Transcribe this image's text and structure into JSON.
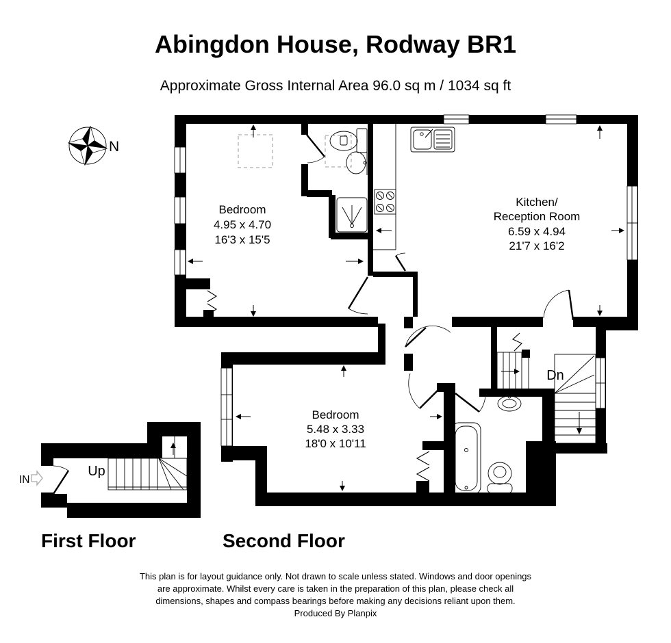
{
  "header": {
    "title": "Abingdon House, Rodway BR1",
    "subtitle": "Approximate Gross Internal Area 96.0 sq m / 1034 sq ft"
  },
  "compass": {
    "north_label": "N"
  },
  "floors": {
    "first": "First Floor",
    "second": "Second Floor"
  },
  "rooms": {
    "bedroom_top": {
      "name": "Bedroom",
      "size_metric": "4.95 x 4.70",
      "size_imperial": "16'3 x 15'5"
    },
    "kitchen_reception": {
      "name_line1": "Kitchen/",
      "name_line2": "Reception Room",
      "size_metric": "6.59 x 4.94",
      "size_imperial": "21'7 x 16'2"
    },
    "bedroom_bottom": {
      "name": "Bedroom",
      "size_metric": "5.48 x 3.33",
      "size_imperial": "18'0 x 10'11"
    }
  },
  "stairs": {
    "down_label": "Dn",
    "up_label": "Up"
  },
  "entry": {
    "label": "IN"
  },
  "footer": {
    "line1": "This plan is for layout guidance only. Not drawn to scale unless stated. Windows and door openings",
    "line2": "are approximate. Whilst every care is taken in the preparation of this plan, please check all",
    "line3": "dimensions, shapes and compass bearings before making any decisions reliant upon them.",
    "line4": "Produced By Planpix"
  },
  "colors": {
    "wall": "#000000",
    "line": "#000000",
    "dashed_line": "#999999"
  }
}
